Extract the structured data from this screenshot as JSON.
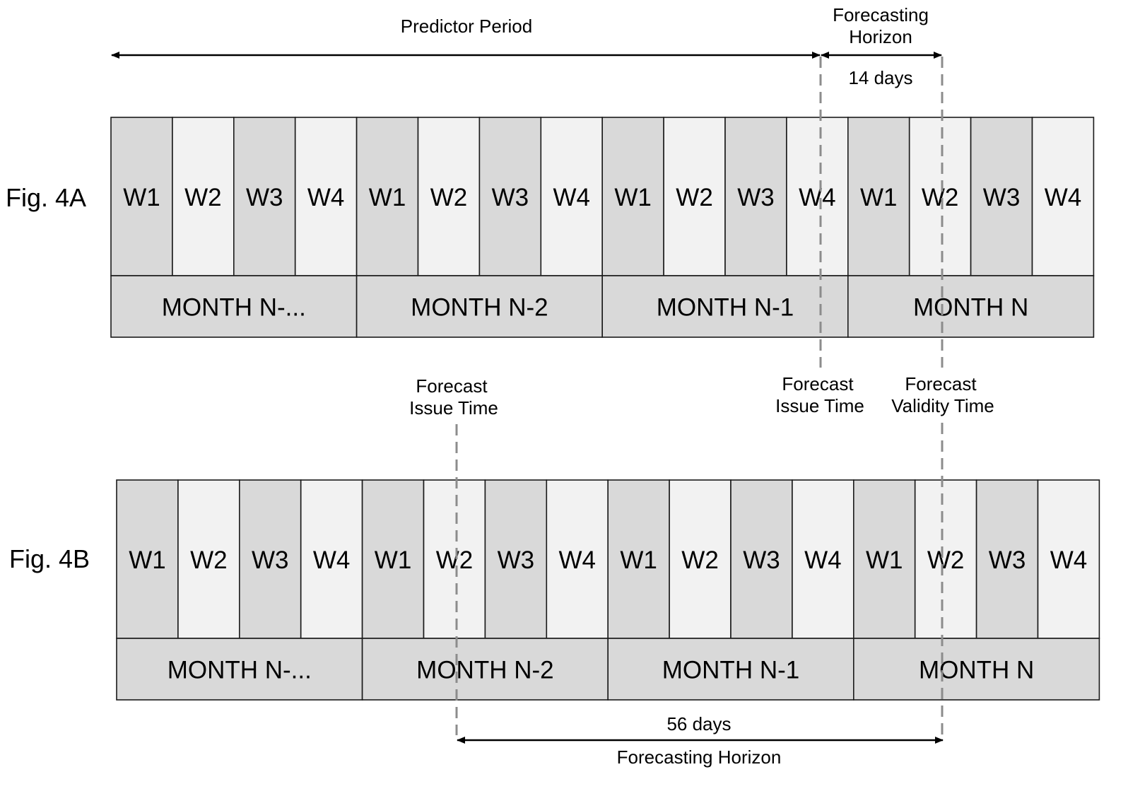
{
  "figures": [
    {
      "label": "Fig. 4A",
      "months": [
        {
          "label": "MONTH N-...",
          "weeks": [
            "W1",
            "W2",
            "W3",
            "W4"
          ]
        },
        {
          "label": "MONTH N-2",
          "weeks": [
            "W1",
            "W2",
            "W3",
            "W4"
          ]
        },
        {
          "label": "MONTH N-1",
          "weeks": [
            "W1",
            "W2",
            "W3",
            "W4"
          ]
        },
        {
          "label": "MONTH N",
          "weeks": [
            "W1",
            "W2",
            "W3",
            "W4"
          ]
        }
      ],
      "annotations": {
        "predictor_period": "Predictor Period",
        "horizon_title_line1": "Forecasting",
        "horizon_title_line2": "Horizon",
        "horizon_length": "14 days",
        "issue_time_line1": "Forecast",
        "issue_time_line2": "Issue Time",
        "validity_time_line1": "Forecast",
        "validity_time_line2": "Validity Time"
      }
    },
    {
      "label": "Fig. 4B",
      "months": [
        {
          "label": "MONTH N-...",
          "weeks": [
            "W1",
            "W2",
            "W3",
            "W4"
          ]
        },
        {
          "label": "MONTH N-2",
          "weeks": [
            "W1",
            "W2",
            "W3",
            "W4"
          ]
        },
        {
          "label": "MONTH N-1",
          "weeks": [
            "W1",
            "W2",
            "W3",
            "W4"
          ]
        },
        {
          "label": "MONTH N",
          "weeks": [
            "W1",
            "W2",
            "W3",
            "W4"
          ]
        }
      ],
      "annotations": {
        "issue_time_line1": "Forecast",
        "issue_time_line2": "Issue Time",
        "horizon_length": "56 days",
        "horizon_title": "Forecasting Horizon"
      }
    }
  ],
  "colors": {
    "dark_cell": "#d9d9d9",
    "light_cell": "#f2f2f2",
    "dashed_marker": "#8c8c8c"
  }
}
